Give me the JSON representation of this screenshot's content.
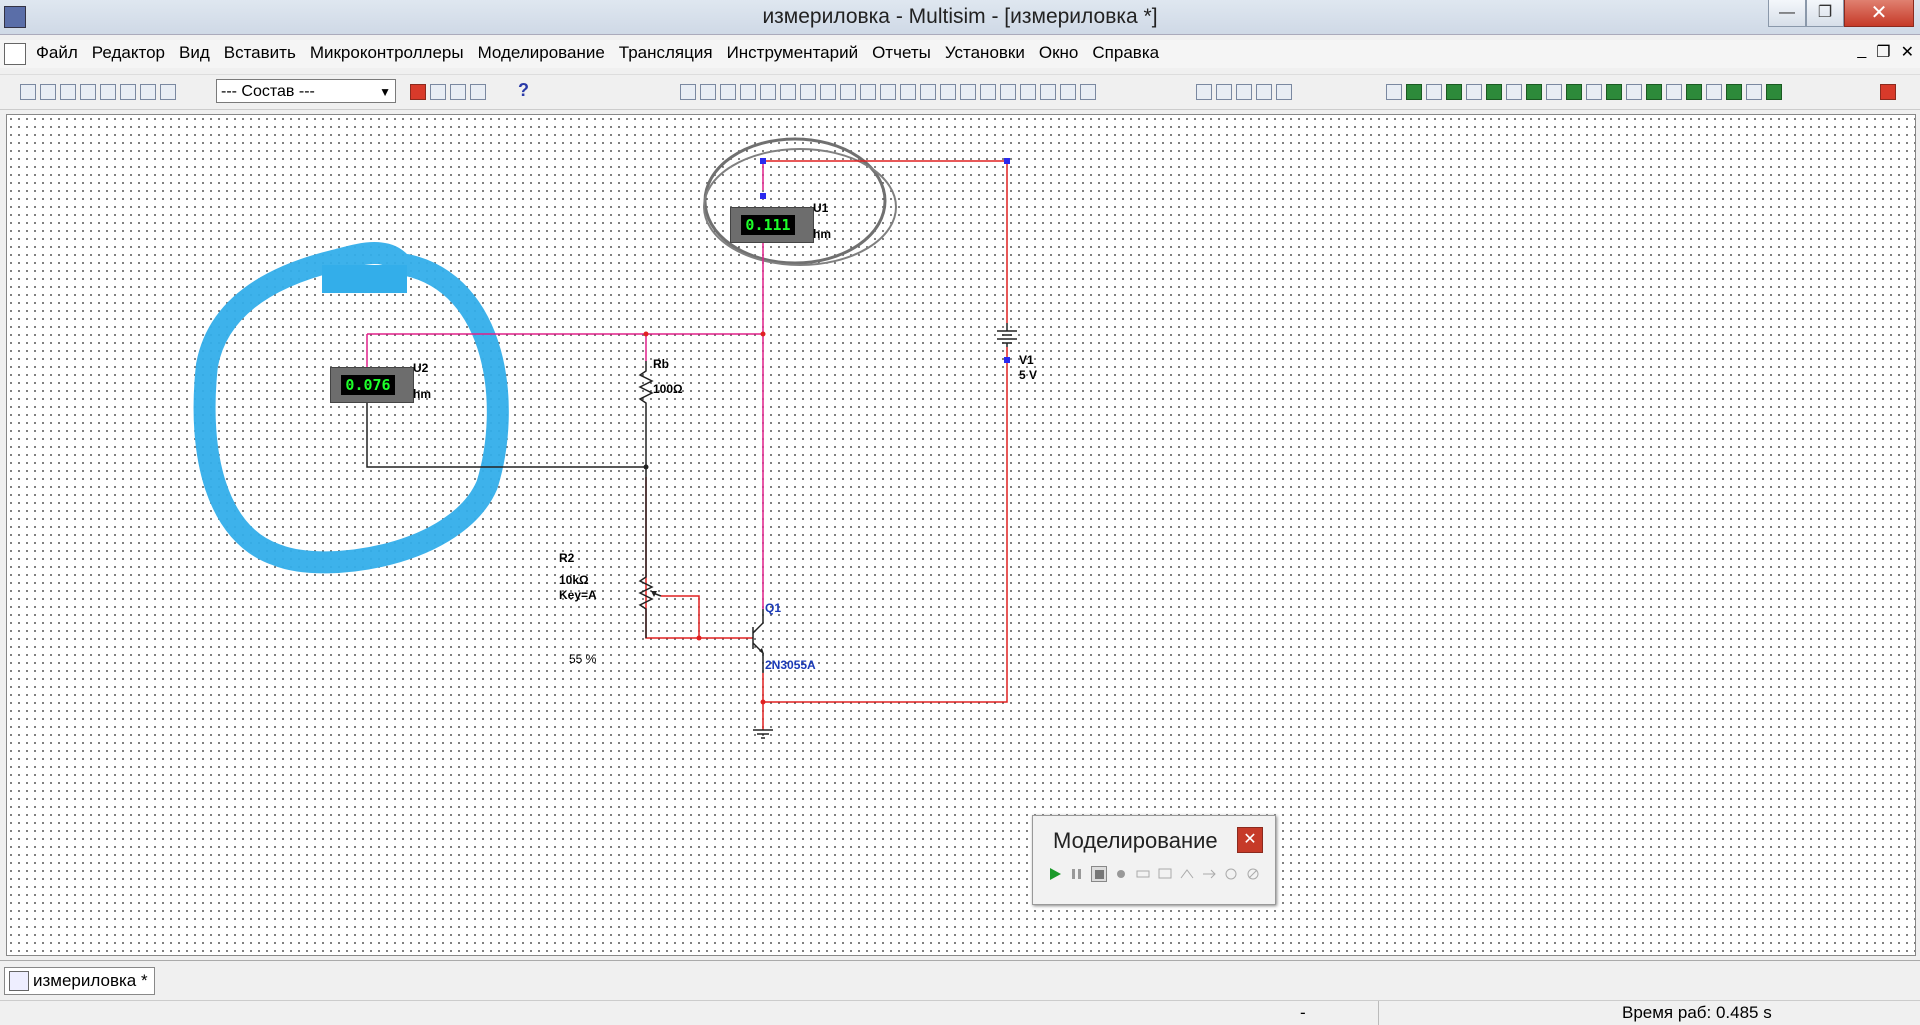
{
  "window": {
    "title": "измериловка - Multisim - [измериловка *]",
    "minimize": "—",
    "maximize": "❐",
    "close": "✕"
  },
  "menu": {
    "items": [
      "Файл",
      "Редактор",
      "Вид",
      "Вставить",
      "Микроконтроллеры",
      "Моделирование",
      "Трансляция",
      "Инструментарий",
      "Отчеты",
      "Установки",
      "Окно",
      "Справка"
    ],
    "mdi_minimize": "_",
    "mdi_restore": "❐",
    "mdi_close": "✕"
  },
  "toolbar": {
    "combo_value": "--- Состав ---",
    "combo_arrow": "▼",
    "help_label": "?"
  },
  "schematic": {
    "meter_u1": {
      "label": "U1",
      "value": "0.111",
      "unit": "hm"
    },
    "meter_u2": {
      "label": "U2",
      "value": "0.076",
      "unit": "hm"
    },
    "rb": {
      "label": "Rb",
      "value": "100Ω"
    },
    "r2": {
      "label": "R2",
      "value": "10kΩ",
      "key": "Key=A",
      "percent": "55 %"
    },
    "q1": {
      "label": "Q1",
      "model": "2N3055A"
    },
    "v1": {
      "label": "V1",
      "value": "5 V"
    },
    "colors": {
      "wire_red": "#e02020",
      "wire_magenta": "#e0208a",
      "wire_black": "#222222",
      "annotation_blue": "#33aeea",
      "annotation_gray": "#707070",
      "component_blue": "#1a3ab8"
    }
  },
  "sim_panel": {
    "title": "Моделирование",
    "close": "✕"
  },
  "tabs": [
    {
      "label": "измериловка *"
    }
  ],
  "status": {
    "dash": "-",
    "runtime": "Время раб: 0.485 s"
  }
}
